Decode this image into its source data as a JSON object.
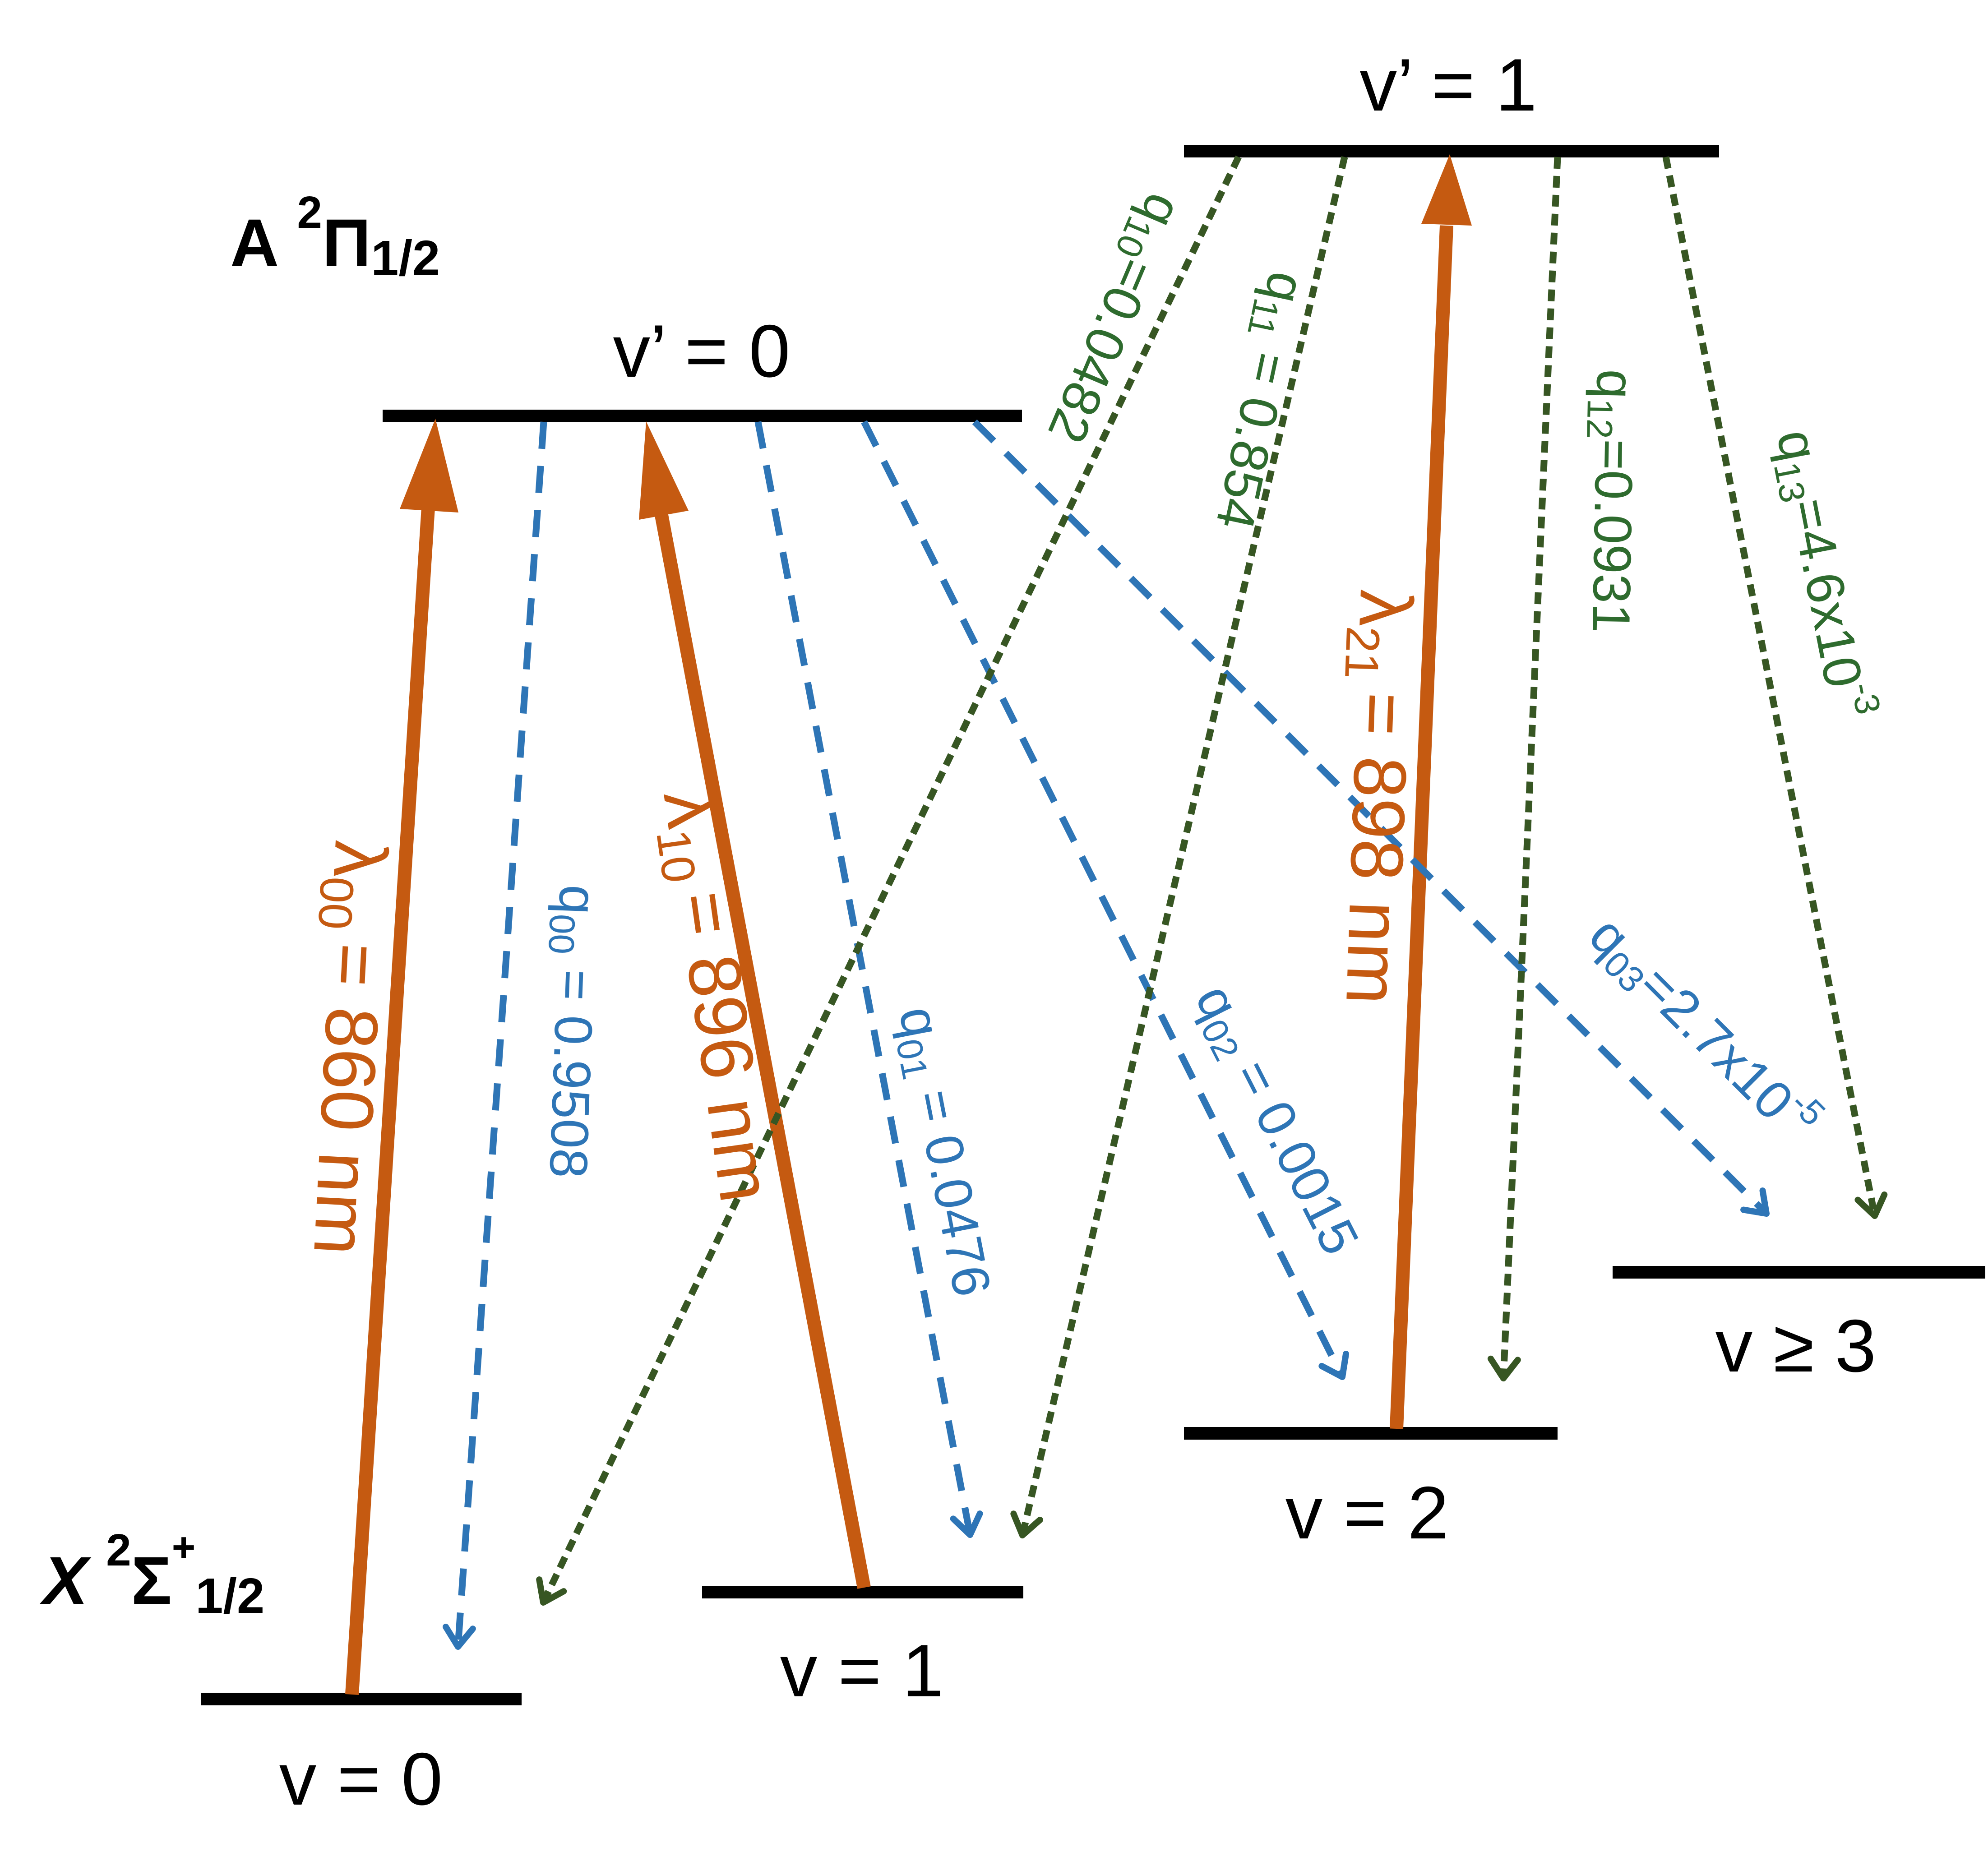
{
  "colors": {
    "level": "#000000",
    "pump": "#c55a11",
    "decay_v0": "#2e75b6",
    "decay_v1": "#375623",
    "label_v1": "#2e6b2e",
    "text": "#000000"
  },
  "states": {
    "excited": {
      "letter": "A",
      "sup": "2",
      "sym": "Π",
      "sub": "1/2"
    },
    "ground": {
      "letter": "X",
      "sup": "2",
      "sym": "Σ",
      "sym_sup": "+",
      "sub": "1/2"
    }
  },
  "levels": {
    "ex_v0": "v’ = 0",
    "ex_v1": "v’ = 1",
    "gr_v0": "v = 0",
    "gr_v1": "v = 1",
    "gr_v2": "v = 2",
    "gr_v3": "v ≥ 3"
  },
  "pumps": [
    {
      "sym": "λ",
      "sub": "00",
      "value": "= 860 nm"
    },
    {
      "sym": "λ",
      "sub": "10",
      "value": "= 896 nm"
    },
    {
      "sym": "λ",
      "sub": "21",
      "value": "= 898 nm"
    }
  ],
  "decays_v0": [
    {
      "q": "q",
      "sub": "00",
      "value": " = 0.9508"
    },
    {
      "q": "q",
      "sub": "01",
      "value": " = 0.0476"
    },
    {
      "q": "q",
      "sub": "02",
      "value": " = 0.0015"
    },
    {
      "q": "q",
      "sub": "03",
      "value": "=2.7x10",
      "exp": "-5"
    }
  ],
  "decays_v1": [
    {
      "q": "q",
      "sub": "10",
      "value": "=0.0482"
    },
    {
      "q": "q",
      "sub": "11",
      "value": " = 0.854"
    },
    {
      "q": "q",
      "sub": "12",
      "value": "=0.0931"
    },
    {
      "q": "q",
      "sub": "13",
      "value": "=4.6x10",
      "exp": "-3"
    }
  ]
}
